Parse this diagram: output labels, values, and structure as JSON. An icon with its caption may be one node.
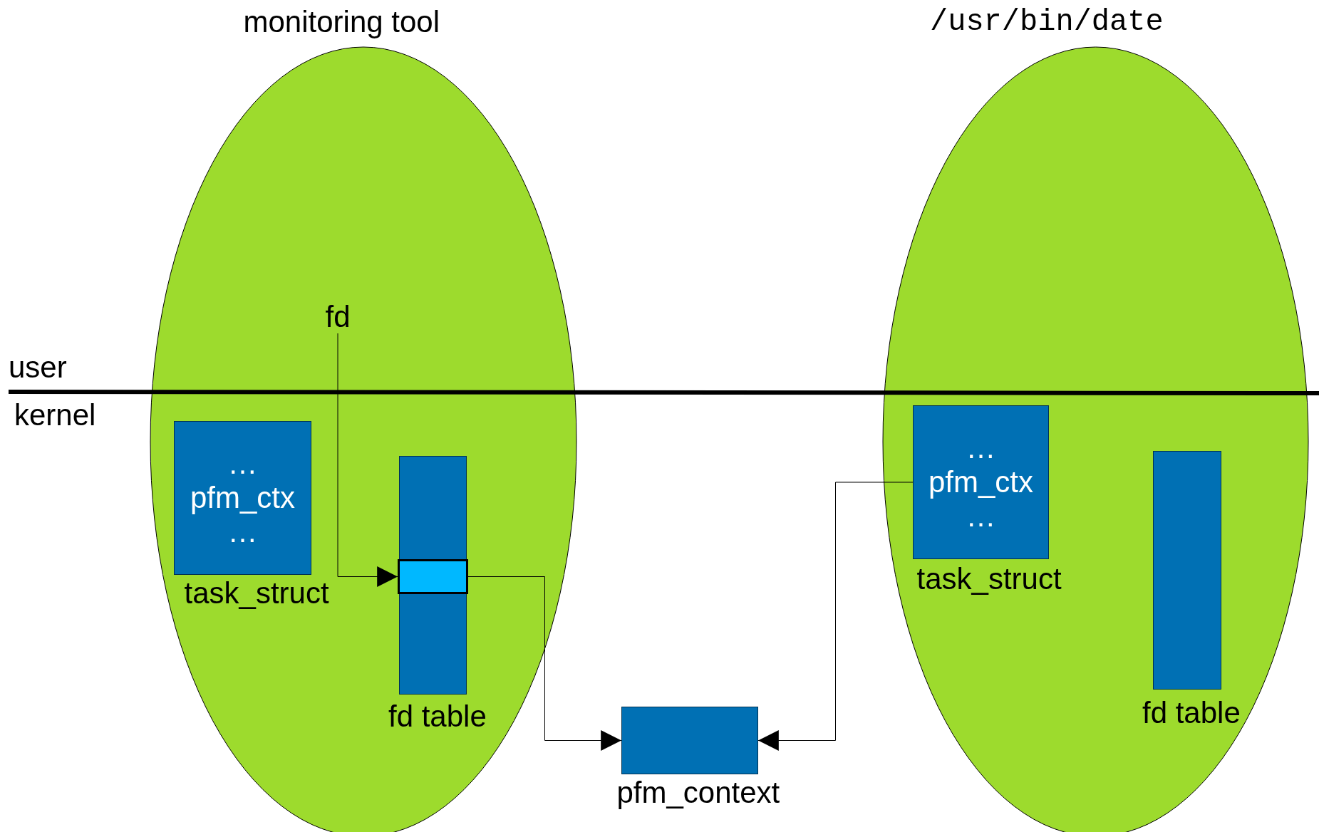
{
  "diagram": {
    "nodes": [
      {
        "text": [
          "monitoring tool"
        ]
      },
      {
        "text": [
          "… pfm_ctx …",
          "task_struct"
        ],
        "in": 0
      },
      {
        "text": [
          "fd table"
        ],
        "in": 0
      },
      {
        "text": [],
        "shape": "box",
        "in": 2
      },
      {
        "text": [
          "fd"
        ],
        "in": 0
      },
      {
        "text": [
          "pfm_context"
        ]
      },
      {
        "text": [
          "/usr/bin/date"
        ]
      },
      {
        "text": [
          "… pfm_ctx …",
          "task_struct"
        ],
        "in": 6
      },
      {
        "text": [
          "fd table"
        ],
        "in": 6
      }
    ],
    "edges": [
      {
        "from": 4,
        "to": 3,
        "arrow": "to"
      },
      {
        "from": 3,
        "to": 5,
        "arrow": "to"
      },
      {
        "from": 7,
        "to": 5,
        "arrow": "to"
      }
    ],
    "labels": [
      "user",
      "kernel"
    ]
  }
}
